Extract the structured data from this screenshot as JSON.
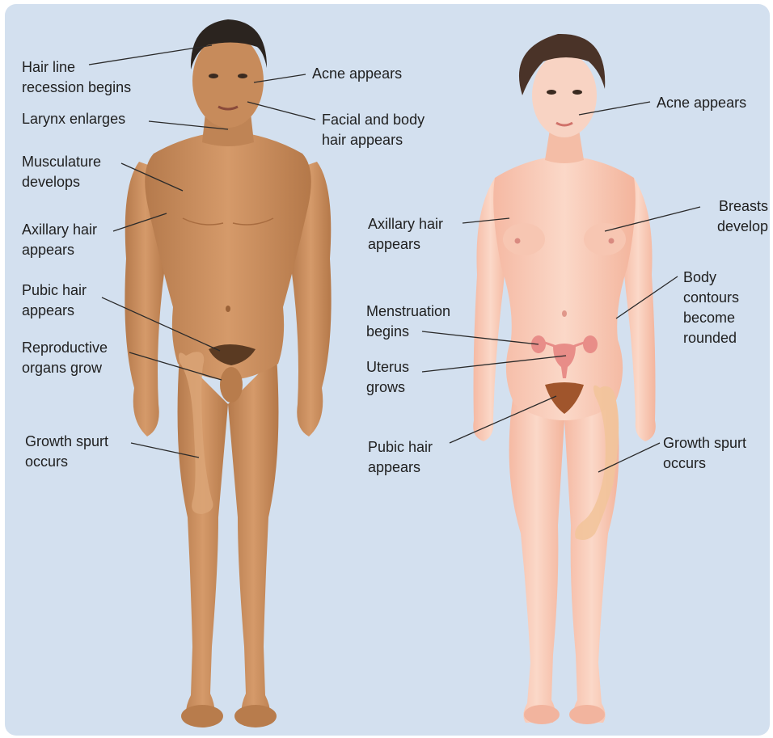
{
  "colors": {
    "background": "#d3e0ef",
    "male_skin": "#c98e5f",
    "female_skin": "#f6c3ae",
    "bone_male": "#dba577",
    "bone_female": "#f2c49b",
    "uterus": "#e88d88"
  },
  "male_labels": {
    "hairline": [
      "Hair line",
      "recession begins"
    ],
    "acne": [
      "Acne appears"
    ],
    "larynx": [
      "Larynx enlarges"
    ],
    "facial_hair": [
      "Facial and body",
      "hair appears"
    ],
    "musculature": [
      "Musculature",
      "develops"
    ],
    "axillary": [
      "Axillary hair",
      "appears"
    ],
    "pubic": [
      "Pubic hair",
      "appears"
    ],
    "reproductive": [
      "Reproductive",
      "organs grow"
    ],
    "growth": [
      "Growth spurt",
      "occurs"
    ]
  },
  "female_labels": {
    "acne": [
      "Acne appears"
    ],
    "axillary": [
      "Axillary hair",
      "appears"
    ],
    "breasts": [
      "Breasts",
      "develop"
    ],
    "body_contours": [
      "Body",
      "contours",
      "become",
      "rounded"
    ],
    "menstruation": [
      "Menstruation",
      "begins"
    ],
    "uterus": [
      "Uterus",
      "grows"
    ],
    "pubic": [
      "Pubic hair",
      "appears"
    ],
    "growth": [
      "Growth spurt",
      "occurs"
    ]
  }
}
